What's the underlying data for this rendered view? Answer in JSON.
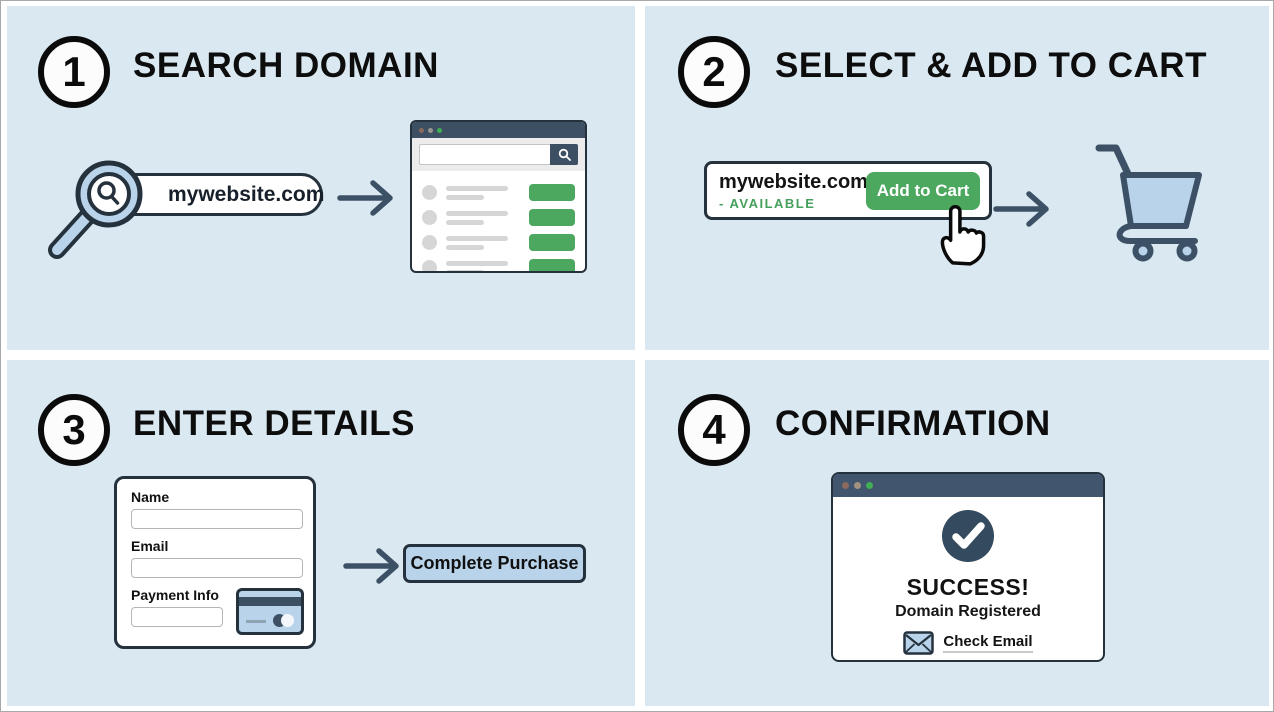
{
  "colors": {
    "background": "#d9e8f1",
    "navy": "#3c4f63",
    "outline": "#25313d",
    "green": "#4ca85e",
    "light_blue": "#b9d4ea",
    "placeholder_gray": "#d6d6d6"
  },
  "icons": {
    "magnifier": "magnifying-glass-icon",
    "browser_search": "search-icon",
    "arrow": "arrow-right-icon",
    "cursor": "cursor-hand-icon",
    "cart": "shopping-cart-icon",
    "credit_card": "credit-card-icon",
    "check": "check-mark-icon",
    "envelope": "envelope-icon",
    "window_dots": "titlebar-dot"
  },
  "step1": {
    "number": "1",
    "title": "SEARCH DOMAIN",
    "search_value": "mywebsite.com"
  },
  "step2": {
    "number": "2",
    "title": "SELECT & ADD TO CART",
    "domain": "mywebsite.com",
    "availability": "- AVAILABLE",
    "add_to_cart": "Add to Cart"
  },
  "step3": {
    "number": "3",
    "title": "ENTER DETAILS",
    "fields": [
      {
        "label": "Name"
      },
      {
        "label": "Email"
      },
      {
        "label": "Payment Info"
      }
    ],
    "complete_purchase": "Complete Purchase"
  },
  "step4": {
    "number": "4",
    "title": "CONFIRMATION",
    "success": "SUCCESS!",
    "subtitle": "Domain Registered",
    "check_email": "Check Email"
  }
}
